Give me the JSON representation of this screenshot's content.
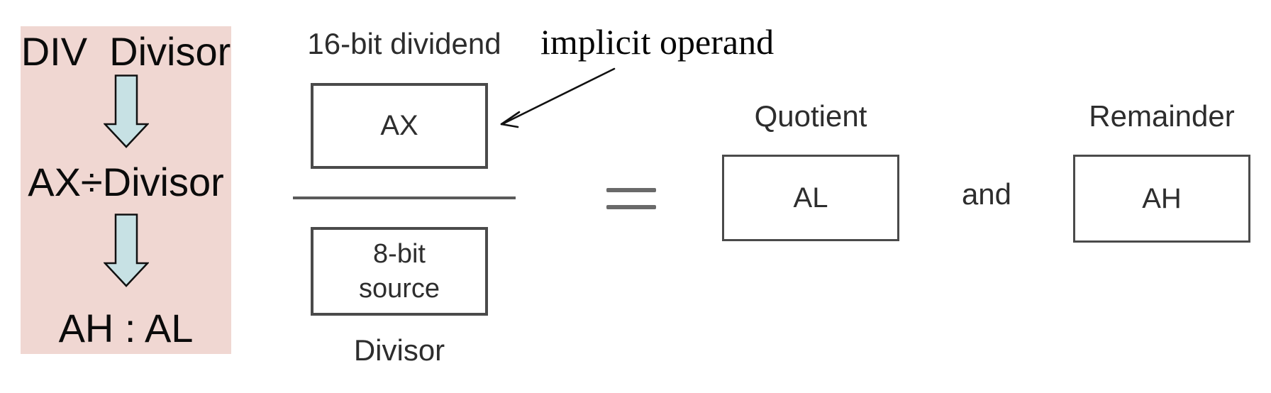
{
  "left_panel": {
    "instruction": "DIV  Divisor",
    "operation": "AX÷Divisor",
    "result_pair": "AH : AL"
  },
  "fraction": {
    "dividend_label": "16-bit dividend",
    "dividend_register": "AX",
    "source_line1": "8-bit",
    "source_line2": "source",
    "divisor_label": "Divisor",
    "equals_symbol": "="
  },
  "annotation": {
    "text": "implicit operand"
  },
  "result": {
    "quotient_label": "Quotient",
    "quotient_register": "AL",
    "conjunction": "and",
    "remainder_label": "Remainder",
    "remainder_register": "AH"
  },
  "colors": {
    "panel_bg": "#f0d7d2",
    "arrow_fill": "#c7e1e4",
    "arrow_outline": "#111111",
    "box_border": "#4a4a4a",
    "fraction_line": "#5a5a5a",
    "equals": "#6a6a6a",
    "annotation_ink": "#111111"
  }
}
